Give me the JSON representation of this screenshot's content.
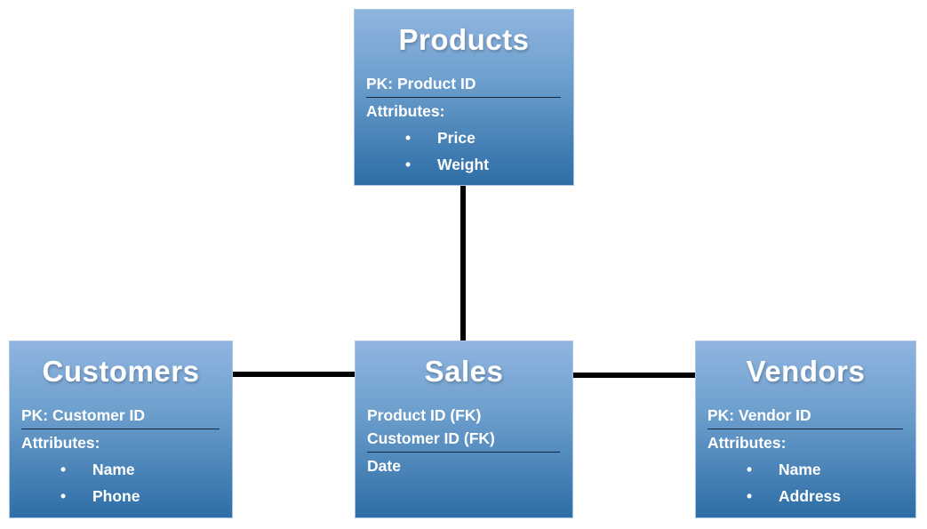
{
  "diagram": {
    "colors": {
      "background": "#ffffff",
      "box_gradient_top": "#90b5e0",
      "box_gradient_bottom": "#2d6da6",
      "box_border": "#a9c7e6",
      "text": "#ffffff",
      "separator_line": "#14253d",
      "connector": "#000000"
    },
    "bullet_char": "•",
    "entities": {
      "products": {
        "title": "Products",
        "pk": "PK: Product ID",
        "attributes_label": "Attributes:",
        "bullets": [
          "Price",
          "Weight"
        ]
      },
      "customers": {
        "title": "Customers",
        "pk": "PK: Customer ID",
        "attributes_label": "Attributes:",
        "bullets": [
          "Name",
          "Phone"
        ]
      },
      "sales": {
        "title": "Sales",
        "foreign_keys": [
          "Product ID (FK)",
          "Customer ID (FK)"
        ],
        "date_field": "Date"
      },
      "vendors": {
        "title": "Vendors",
        "pk": "PK: Vendor ID",
        "attributes_label": "Attributes:",
        "bullets": [
          "Name",
          "Address"
        ]
      }
    },
    "connectors": [
      {
        "from": "Products",
        "to": "Sales",
        "orientation": "vertical"
      },
      {
        "from": "Customers",
        "to": "Sales",
        "orientation": "horizontal"
      },
      {
        "from": "Sales",
        "to": "Vendors",
        "orientation": "horizontal"
      }
    ]
  }
}
